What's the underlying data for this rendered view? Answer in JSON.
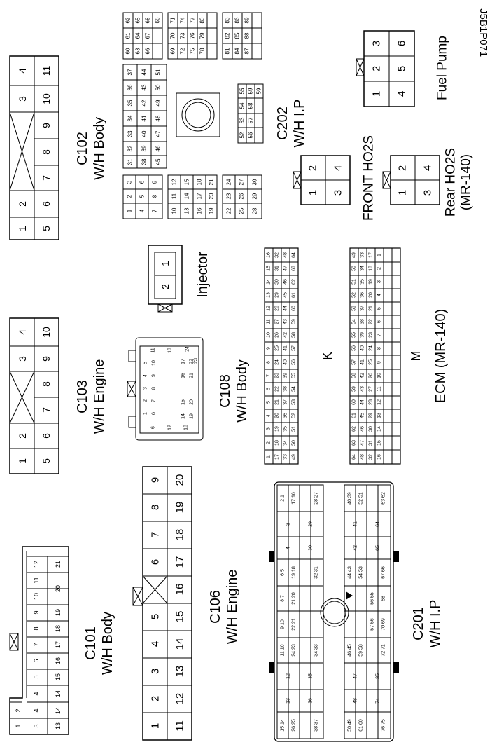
{
  "figure_code": "J5B1P071",
  "connectors": {
    "c102": {
      "id": "C102",
      "harness": "W/H Body",
      "pins": [
        "4",
        "3",
        "2",
        "1",
        "11",
        "10",
        "9",
        "8",
        "7",
        "6",
        "5"
      ]
    },
    "c202": {
      "id": "C202",
      "harness": "W/H I.P"
    },
    "fuel_pump": {
      "name": "Fuel Pump",
      "pins": [
        "3",
        "2",
        "1",
        "6",
        "5",
        "4"
      ]
    },
    "front_ho2s": {
      "name": "FRONT HO2S",
      "pins": [
        "2",
        "1",
        "4",
        "3"
      ]
    },
    "rear_ho2s": {
      "name": "Rear HO2S",
      "spec": "(MR-140)",
      "pins": [
        "2",
        "1",
        "4",
        "3"
      ]
    },
    "injector": {
      "name": "Injector",
      "pins": [
        "1",
        "2"
      ]
    },
    "c103": {
      "id": "C103",
      "harness": "W/H Engine",
      "pins": [
        "4",
        "3",
        "2",
        "1",
        "10",
        "9",
        "8",
        "7",
        "6",
        "5"
      ]
    },
    "c108": {
      "id": "C108",
      "harness": "W/H Body"
    },
    "ecm": {
      "name": "ECM (MR-140)",
      "side_k": "K",
      "side_m": "M"
    },
    "c106": {
      "id": "C106",
      "harness": "W/H Engine"
    },
    "c201": {
      "id": "C201",
      "harness": "W/H I.P"
    },
    "c101": {
      "id": "C101",
      "harness": "W/H Body"
    }
  }
}
